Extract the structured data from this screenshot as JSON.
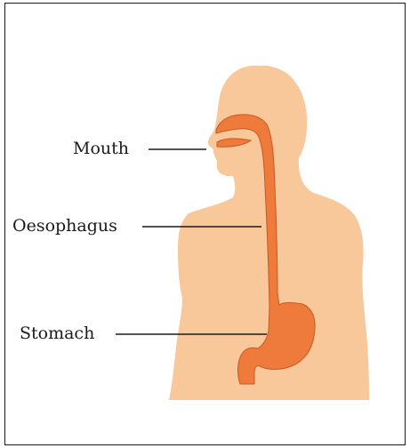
{
  "figure": {
    "labels": {
      "mouth": "Mouth",
      "oesophagus": "Oesophagus",
      "stomach": "Stomach"
    },
    "colors": {
      "skin": "#f8c79a",
      "organ": "#ee7a3c",
      "organ_outline": "#c85a22",
      "outline": "#333333",
      "leader_line": "#1a1a1a",
      "frame_border": "#1a1a1a"
    }
  }
}
